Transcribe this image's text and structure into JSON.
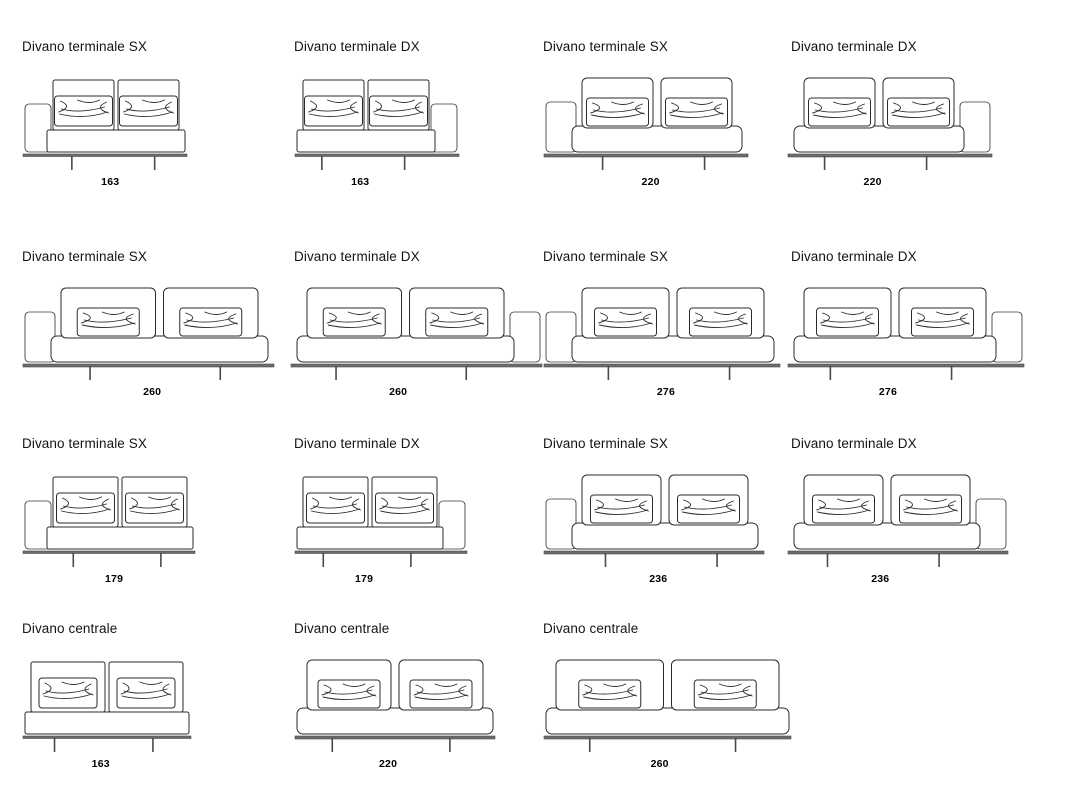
{
  "page": {
    "background": "#ffffff",
    "line_color": "#2b2b2b",
    "plinth_color": "#6d6d6d",
    "drawing_type": "furniture-elevation-technical-drawing",
    "language": "it"
  },
  "labels": {
    "terminale_sx": "Divano terminale SX",
    "terminale_dx": "Divano terminale DX",
    "centrale": "Divano centrale"
  },
  "rows": [
    {
      "row_index": 0,
      "items": [
        {
          "title": "Divano terminale SX",
          "dimension": "163",
          "side": "SX",
          "variant": "compact"
        },
        {
          "title": "Divano terminale DX",
          "dimension": "163",
          "side": "DX",
          "variant": "compact"
        },
        {
          "title": "Divano terminale SX",
          "dimension": "220",
          "side": "SX",
          "variant": "wide"
        },
        {
          "title": "Divano terminale DX",
          "dimension": "220",
          "side": "DX",
          "variant": "wide"
        }
      ]
    },
    {
      "row_index": 1,
      "items": [
        {
          "title": "Divano terminale SX",
          "dimension": "260",
          "side": "SX",
          "variant": "wide"
        },
        {
          "title": "Divano terminale DX",
          "dimension": "260",
          "side": "DX",
          "variant": "wide"
        },
        {
          "title": "Divano terminale SX",
          "dimension": "276",
          "side": "SX",
          "variant": "wide"
        },
        {
          "title": "Divano terminale DX",
          "dimension": "276",
          "side": "DX",
          "variant": "wide"
        }
      ]
    },
    {
      "row_index": 2,
      "items": [
        {
          "title": "Divano terminale SX",
          "dimension": "179",
          "side": "SX",
          "variant": "compact"
        },
        {
          "title": "Divano terminale DX",
          "dimension": "179",
          "side": "DX",
          "variant": "compact"
        },
        {
          "title": "Divano terminale SX",
          "dimension": "236",
          "side": "SX",
          "variant": "wide"
        },
        {
          "title": "Divano terminale DX",
          "dimension": "236",
          "side": "DX",
          "variant": "wide"
        }
      ]
    },
    {
      "row_index": 3,
      "items": [
        {
          "title": "Divano centrale",
          "dimension": "163",
          "side": "C",
          "variant": "compact"
        },
        {
          "title": "Divano centrale",
          "dimension": "220",
          "side": "C",
          "variant": "wide"
        },
        {
          "title": "Divano centrale",
          "dimension": "260",
          "side": "C",
          "variant": "wide"
        }
      ]
    }
  ]
}
